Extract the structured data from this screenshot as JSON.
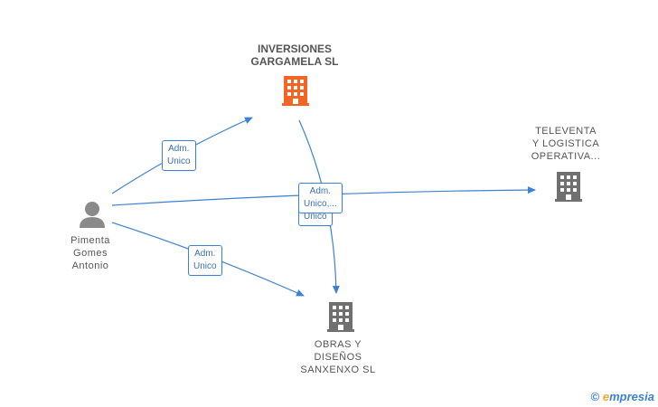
{
  "nodes": {
    "inversiones": {
      "label": "INVERSIONES\nGARGAMELA SL"
    },
    "televenta": {
      "label": "TELEVENTA\nY LOGISTICA\nOPERATIVA..."
    },
    "obras": {
      "label": "OBRAS Y\nDISEÑOS\nSANXENXO SL"
    },
    "person": {
      "label": "Pimenta\nGomes\nAntonio"
    }
  },
  "edges": {
    "to_inversiones": {
      "label": "Adm.\nUnico"
    },
    "to_televenta": {
      "label": "Adm.\nUnico,..."
    },
    "to_televenta_behind": {
      "label": "Adm.\nUnico"
    },
    "to_obras": {
      "label": "Adm.\nUnico"
    }
  },
  "colors": {
    "edge": "#3b82d6",
    "highlight_company": "#f26522",
    "company": "#707070",
    "person": "#8a8a8a"
  },
  "brand": {
    "copyright": "©",
    "initial": "e",
    "rest": "mpresia"
  }
}
